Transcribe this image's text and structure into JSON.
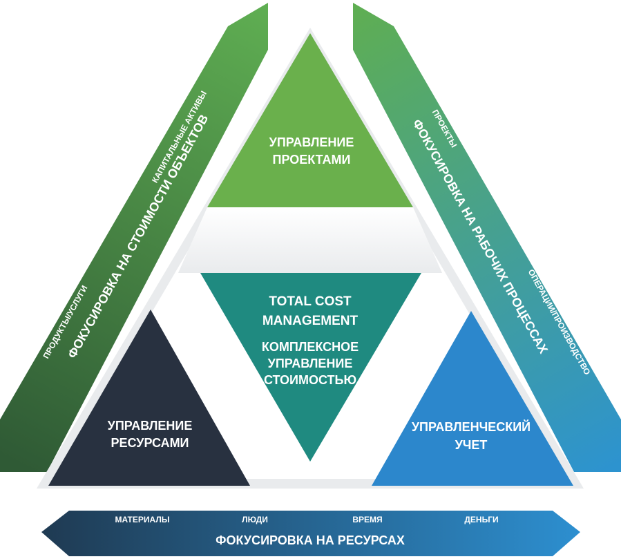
{
  "colors": {
    "left_band_start": "#2f5a35",
    "left_band_end": "#5fae52",
    "right_band_start": "#5fae52",
    "right_band_end": "#2d93cf",
    "bottom_band_start": "#1f3a52",
    "bottom_band_end": "#2d8fd0",
    "top_triangle": "#6ab04c",
    "center_triangle": "#1f8a80",
    "left_triangle": "#283140",
    "right_triangle": "#2c87cc"
  },
  "triangles": {
    "top": {
      "line1": "УПРАВЛЕНИЕ",
      "line2": "ПРОЕКТАМИ"
    },
    "center": {
      "line1": "TOTAL COST",
      "line2": "MANAGEMENT",
      "line3": "КОМПЛЕКСНОЕ",
      "line4": "УПРАВЛЕНИЕ",
      "line5": "СТОИМОСТЬЮ"
    },
    "left": {
      "line1": "УПРАВЛЕНИЕ",
      "line2": "РЕСУРСАМИ"
    },
    "right": {
      "line1": "УПРАВЛЕНЧЕСКИЙ",
      "line2": "УЧЕТ"
    }
  },
  "bands": {
    "left": {
      "title": "ФОКУСИРОВКА НА СТОИМОСТИ ОБЪЕКТОВ",
      "label_upper": "КАПИТАЛЬНЫЕ АКТИВЫ",
      "label_lower": "ПРОДУКТЫ/УСЛУГИ"
    },
    "right": {
      "title": "ФОКУСИРОВКА НА РАБОЧИХ ПРОЦЕССАХ",
      "label_upper": "ПРОЕКТЫ",
      "label_lower": "ОПЕРАЦИИ/ПРОИЗВОДСТВО"
    },
    "bottom": {
      "title": "ФОКУСИРОВКА НА РЕСУРСАХ",
      "items": [
        "МАТЕРИАЛЫ",
        "ЛЮДИ",
        "ВРЕМЯ",
        "ДЕНЬГИ"
      ]
    }
  }
}
